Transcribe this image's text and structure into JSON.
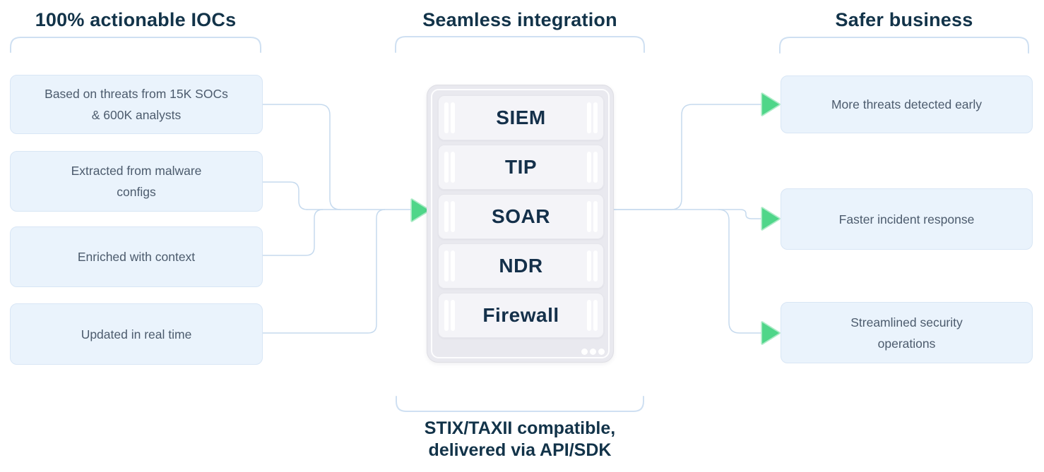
{
  "palette": {
    "heading_text": "#123349",
    "box_background": "#EAF3FC",
    "box_border": "#D8E6F5",
    "box_text": "#4C5B6D",
    "connector_line": "#C6DAEE",
    "bracket_line": "#CFE0F2",
    "arrow_fill": "#4FD689",
    "arrow_outline": "#ABEBC6",
    "device_background": "#E9E9EF",
    "device_row_background": "#F4F4F8",
    "device_grip": "#FFFFFF"
  },
  "columns": {
    "left": {
      "title": "100% actionable IOCs",
      "items": [
        {
          "lines": [
            "Based on threats from 15K SOCs",
            "& 600K analysts"
          ]
        },
        {
          "lines": [
            "Extracted from malware",
            "configs"
          ]
        },
        {
          "lines": [
            "Enriched with context"
          ]
        },
        {
          "lines": [
            "Updated in real time"
          ]
        }
      ]
    },
    "center": {
      "title": "Seamless integration",
      "device_rows": [
        "SIEM",
        "TIP",
        "SOAR",
        "NDR",
        "Firewall"
      ],
      "caption_lines": [
        "STIX/TAXII compatible,",
        "delivered via API/SDK"
      ]
    },
    "right": {
      "title": "Safer business",
      "items": [
        {
          "lines": [
            "More threats detected early"
          ]
        },
        {
          "lines": [
            "Faster incident response"
          ]
        },
        {
          "lines": [
            "Streamlined security",
            "operations"
          ]
        }
      ]
    }
  }
}
